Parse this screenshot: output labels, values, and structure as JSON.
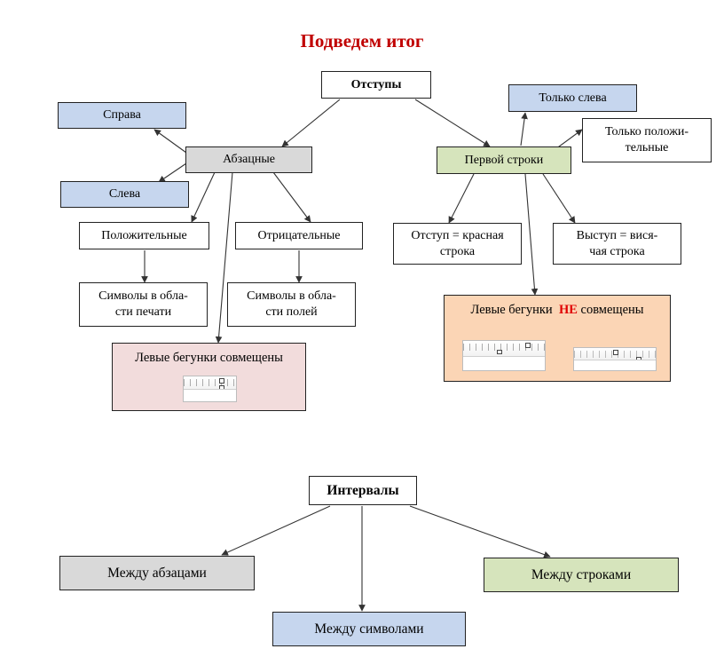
{
  "title": "Подведем итог",
  "indents": {
    "root": "Отступы",
    "paragraph": "Абзацные",
    "right": "Справа",
    "left": "Слева",
    "positive": "Положительные",
    "negative": "Отрицательные",
    "print_area": "Символы в обла-\nсти печати",
    "margin_area": "Символы в обла-\nсти полей",
    "sliders_aligned": "Левые бегунки совмещены",
    "first_line": "Первой строки",
    "only_left": "Только слева",
    "only_positive": "Только положи-\nтельные",
    "red_line": "Отступ = красная\nстрока",
    "hanging": "Выступ = вися-\nчая строка",
    "sliders_not_aligned_prefix": "Левые бегунки",
    "sliders_not_aligned_highlight": "НЕ",
    "sliders_not_aligned_suffix": "совмещены"
  },
  "intervals": {
    "root": "Интервалы",
    "between_paragraphs": "Между абзацами",
    "between_lines": "Между строками",
    "between_chars": "Между символами"
  },
  "colors": {
    "title": "#c00000",
    "blue_box": "#c6d6ee",
    "gray_box": "#d9d9d9",
    "green_box": "#d6e4bc",
    "pink_panel": "#f2dcdc",
    "peach_panel": "#fbd5b5",
    "highlight": "#e00000"
  },
  "icons": [
    "ruler-image"
  ]
}
